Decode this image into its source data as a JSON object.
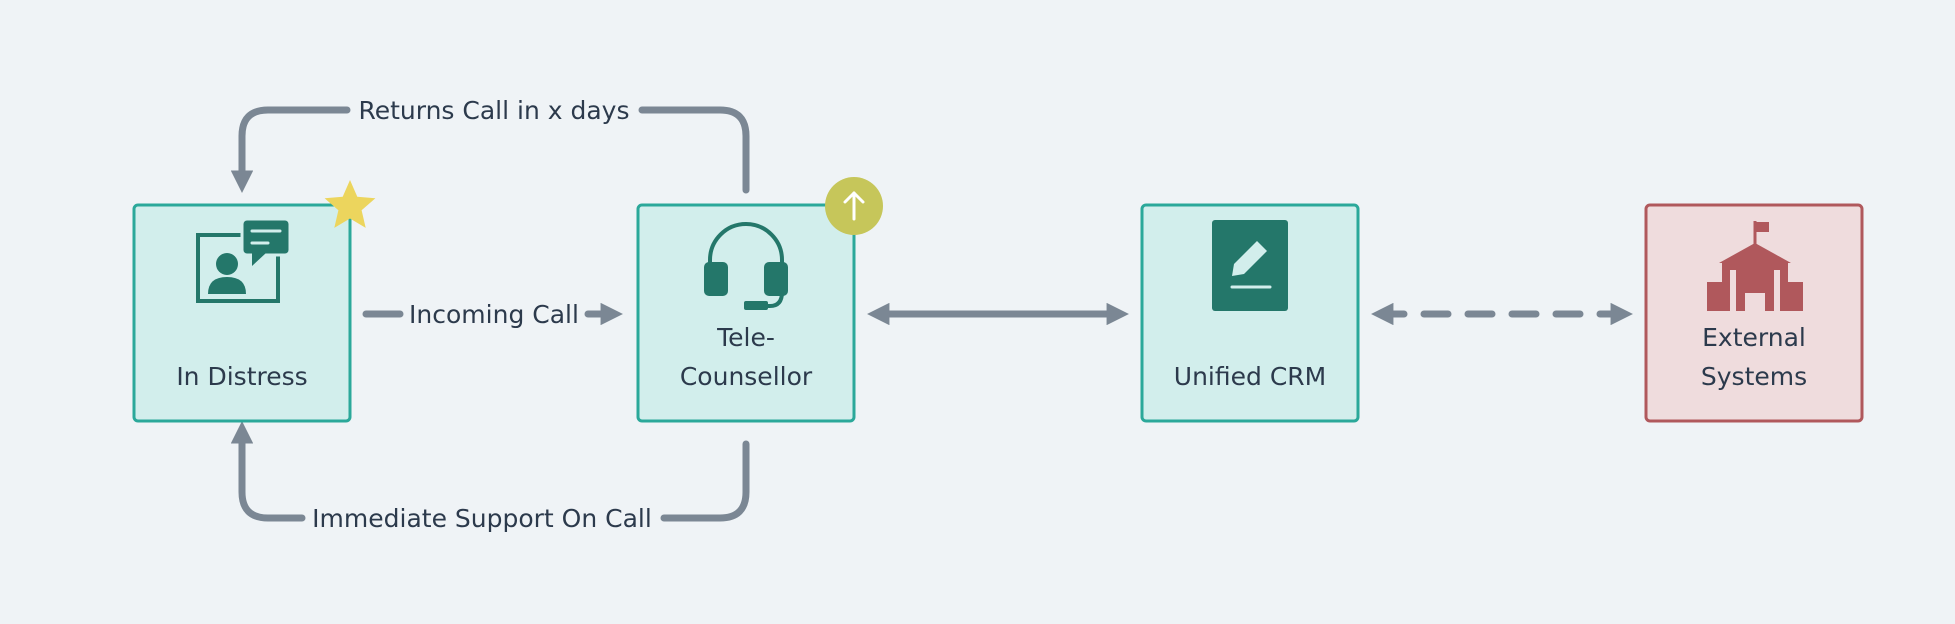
{
  "nodes": {
    "in_distress": {
      "label": "In Distress",
      "icon": "person-chat-icon",
      "badge": "star-icon"
    },
    "tele_counsellor": {
      "label_line1": "Tele-",
      "label_line2": "Counsellor",
      "icon": "headset-icon",
      "badge": "up-arrow-icon"
    },
    "unified_crm": {
      "label": "Unified CRM",
      "icon": "pencil-document-icon"
    },
    "external_systems": {
      "label_line1": "External",
      "label_line2": "Systems",
      "icon": "institution-building-icon"
    }
  },
  "edges": {
    "returns_call": "Returns Call in x days",
    "incoming_call": "Incoming Call",
    "immediate_support": "Immediate Support On Call"
  },
  "colors": {
    "background": "#eff3f6",
    "node_fill": "#d2eeec",
    "node_border": "#2ba89a",
    "icon_teal": "#24776a",
    "external_fill": "#efdcdd",
    "external_border": "#b0585c",
    "external_icon": "#b0585c",
    "edge": "#7b8794",
    "star": "#ecd55d",
    "badge": "#c6c65a",
    "text": "#2c3a4c"
  }
}
